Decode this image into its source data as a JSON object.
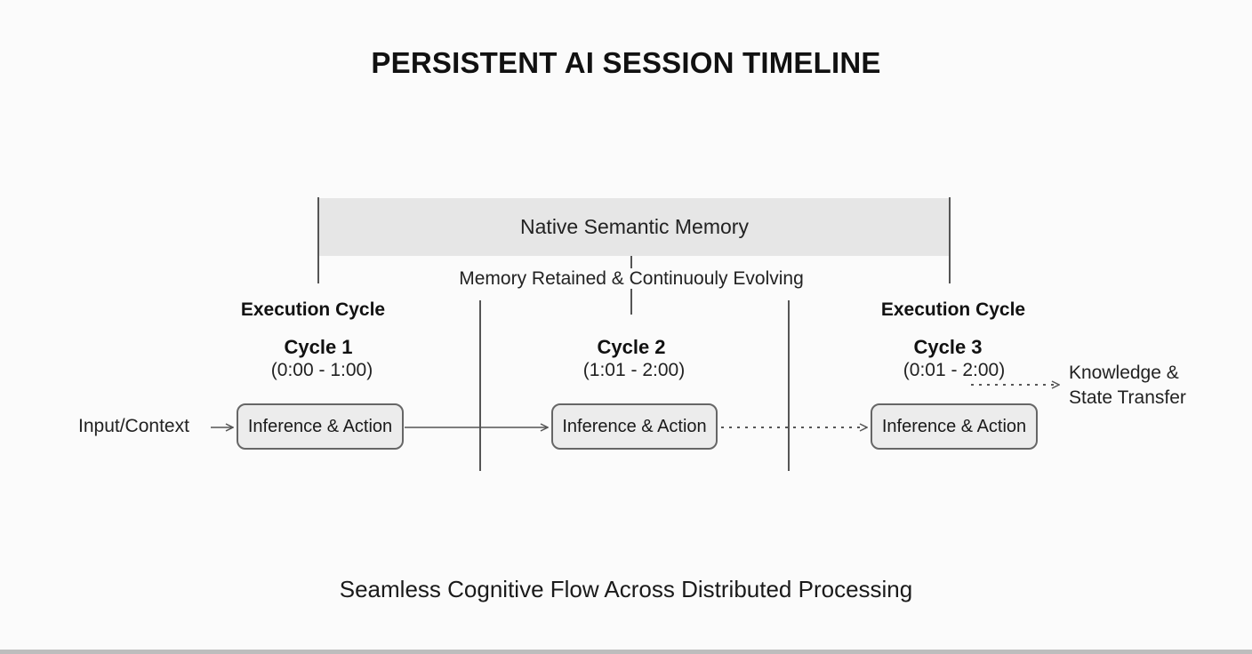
{
  "title": "PERSISTENT AI SESSION TIMELINE",
  "memory": {
    "label": "Native Semantic Memory",
    "retained_label": "Memory Retained & Continuouly Evolving"
  },
  "input_label": "Input/Context",
  "cycles": [
    {
      "heading": "Execution Cycle",
      "name": "Cycle 1",
      "range": "(0:00 - 1:00)",
      "box_label": "Inference & Action"
    },
    {
      "heading": "",
      "name": "Cycle 2",
      "range": "(1:01 - 2:00)",
      "box_label": "Inference & Action"
    },
    {
      "heading": "Execution Cycle",
      "name": "Cycle 3",
      "range": "(0:01 - 2:00)",
      "box_label": "Inference & Action"
    }
  ],
  "transfer": {
    "line1": "Knowledge &",
    "line2": "State Transfer"
  },
  "footer": "Seamless Cognitive Flow Across Distributed Processing",
  "colors": {
    "background": "#fbfbfb",
    "band": "#e6e6e6",
    "box_fill": "#ececec",
    "line": "#555555"
  }
}
